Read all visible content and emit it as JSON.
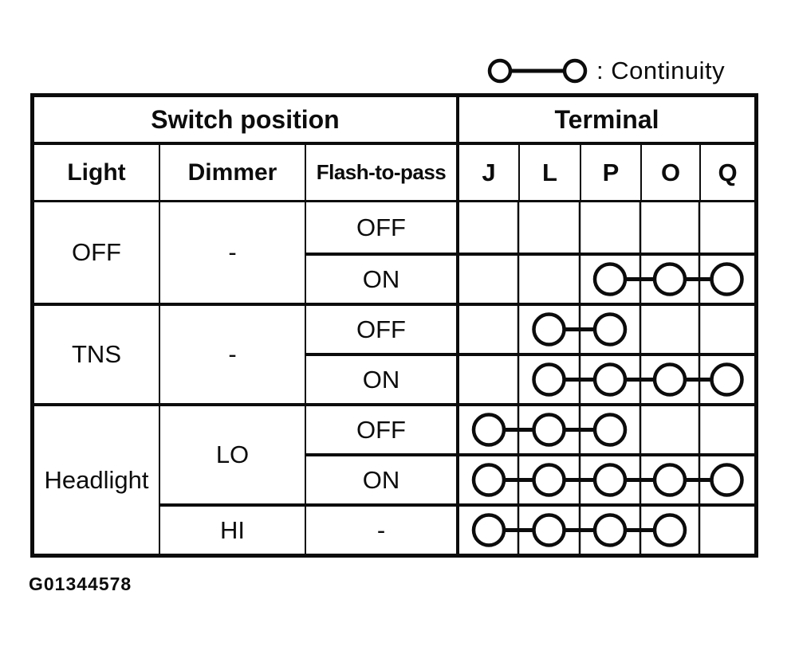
{
  "colors": {
    "ink": "#0c0c0c",
    "background": "#ffffff"
  },
  "legend": {
    "symbol": "continuity-symbol",
    "label": ": Continuity"
  },
  "figure_id": "G01344578",
  "table": {
    "header": {
      "switch_position": "Switch position",
      "terminal": "Terminal",
      "columns": [
        "Light",
        "Dimmer",
        "Flash-to-pass"
      ],
      "terminals": [
        "J",
        "L",
        "P",
        "O",
        "Q"
      ]
    },
    "rows": [
      {
        "light": "OFF",
        "dimmer": "-",
        "flash": "OFF",
        "connected": []
      },
      {
        "flash": "ON",
        "connected": [
          "P",
          "O",
          "Q"
        ]
      },
      {
        "light": "TNS",
        "dimmer": "-",
        "flash": "OFF",
        "connected": [
          "L",
          "P"
        ]
      },
      {
        "flash": "ON",
        "connected": [
          "L",
          "P",
          "O",
          "Q"
        ]
      },
      {
        "light": "Headlight",
        "dimmer": "LO",
        "flash": "OFF",
        "connected": [
          "J",
          "L",
          "P"
        ]
      },
      {
        "flash": "ON",
        "connected": [
          "J",
          "L",
          "P",
          "O",
          "Q"
        ]
      },
      {
        "dimmer": "HI",
        "flash": "-",
        "connected": [
          "J",
          "L",
          "P",
          "O"
        ]
      }
    ]
  }
}
